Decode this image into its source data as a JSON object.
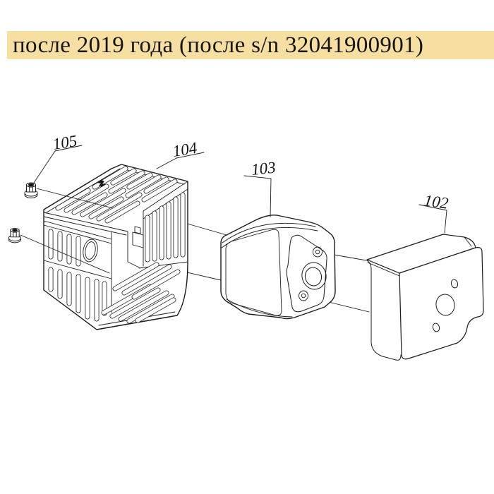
{
  "title": {
    "text": "после 2019 года (после s/n 32041900901)"
  },
  "colors": {
    "banner_bg": "#f6dfa0",
    "line": "#1a1a1a",
    "background": "#ffffff"
  },
  "diagram": {
    "type": "exploded-parts-drawing",
    "labels": [
      {
        "number": "102"
      },
      {
        "number": "103"
      },
      {
        "number": "104"
      },
      {
        "number": "105"
      }
    ]
  }
}
